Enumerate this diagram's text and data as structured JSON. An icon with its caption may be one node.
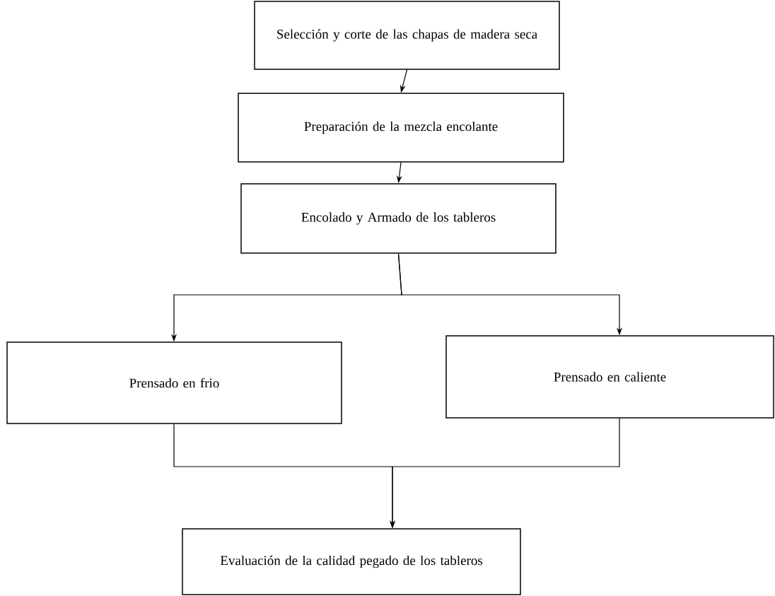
{
  "diagram": {
    "nodes": [
      {
        "text": [
          "Selección y corte de las chapas de madera seca"
        ]
      },
      {
        "text": [
          "Preparación de la mezcla encolante"
        ]
      },
      {
        "text": [
          "Encolado y Armado de los tableros"
        ]
      },
      {
        "text": [
          "Prensado en frio"
        ]
      },
      {
        "text": [
          "Prensado en caliente"
        ]
      },
      {
        "text": [
          "Evaluación de la calidad pegado de los tableros"
        ]
      }
    ],
    "edges": [
      {
        "from": 0,
        "to": 1,
        "arrow": "to"
      },
      {
        "from": 1,
        "to": 2,
        "arrow": "to"
      },
      {
        "from": 2,
        "to": 3,
        "arrow": "to"
      },
      {
        "from": 2,
        "to": 4,
        "arrow": "to"
      },
      {
        "from": 3,
        "to": 5,
        "arrow": "to"
      },
      {
        "from": 4,
        "to": 5,
        "arrow": "to"
      }
    ]
  }
}
